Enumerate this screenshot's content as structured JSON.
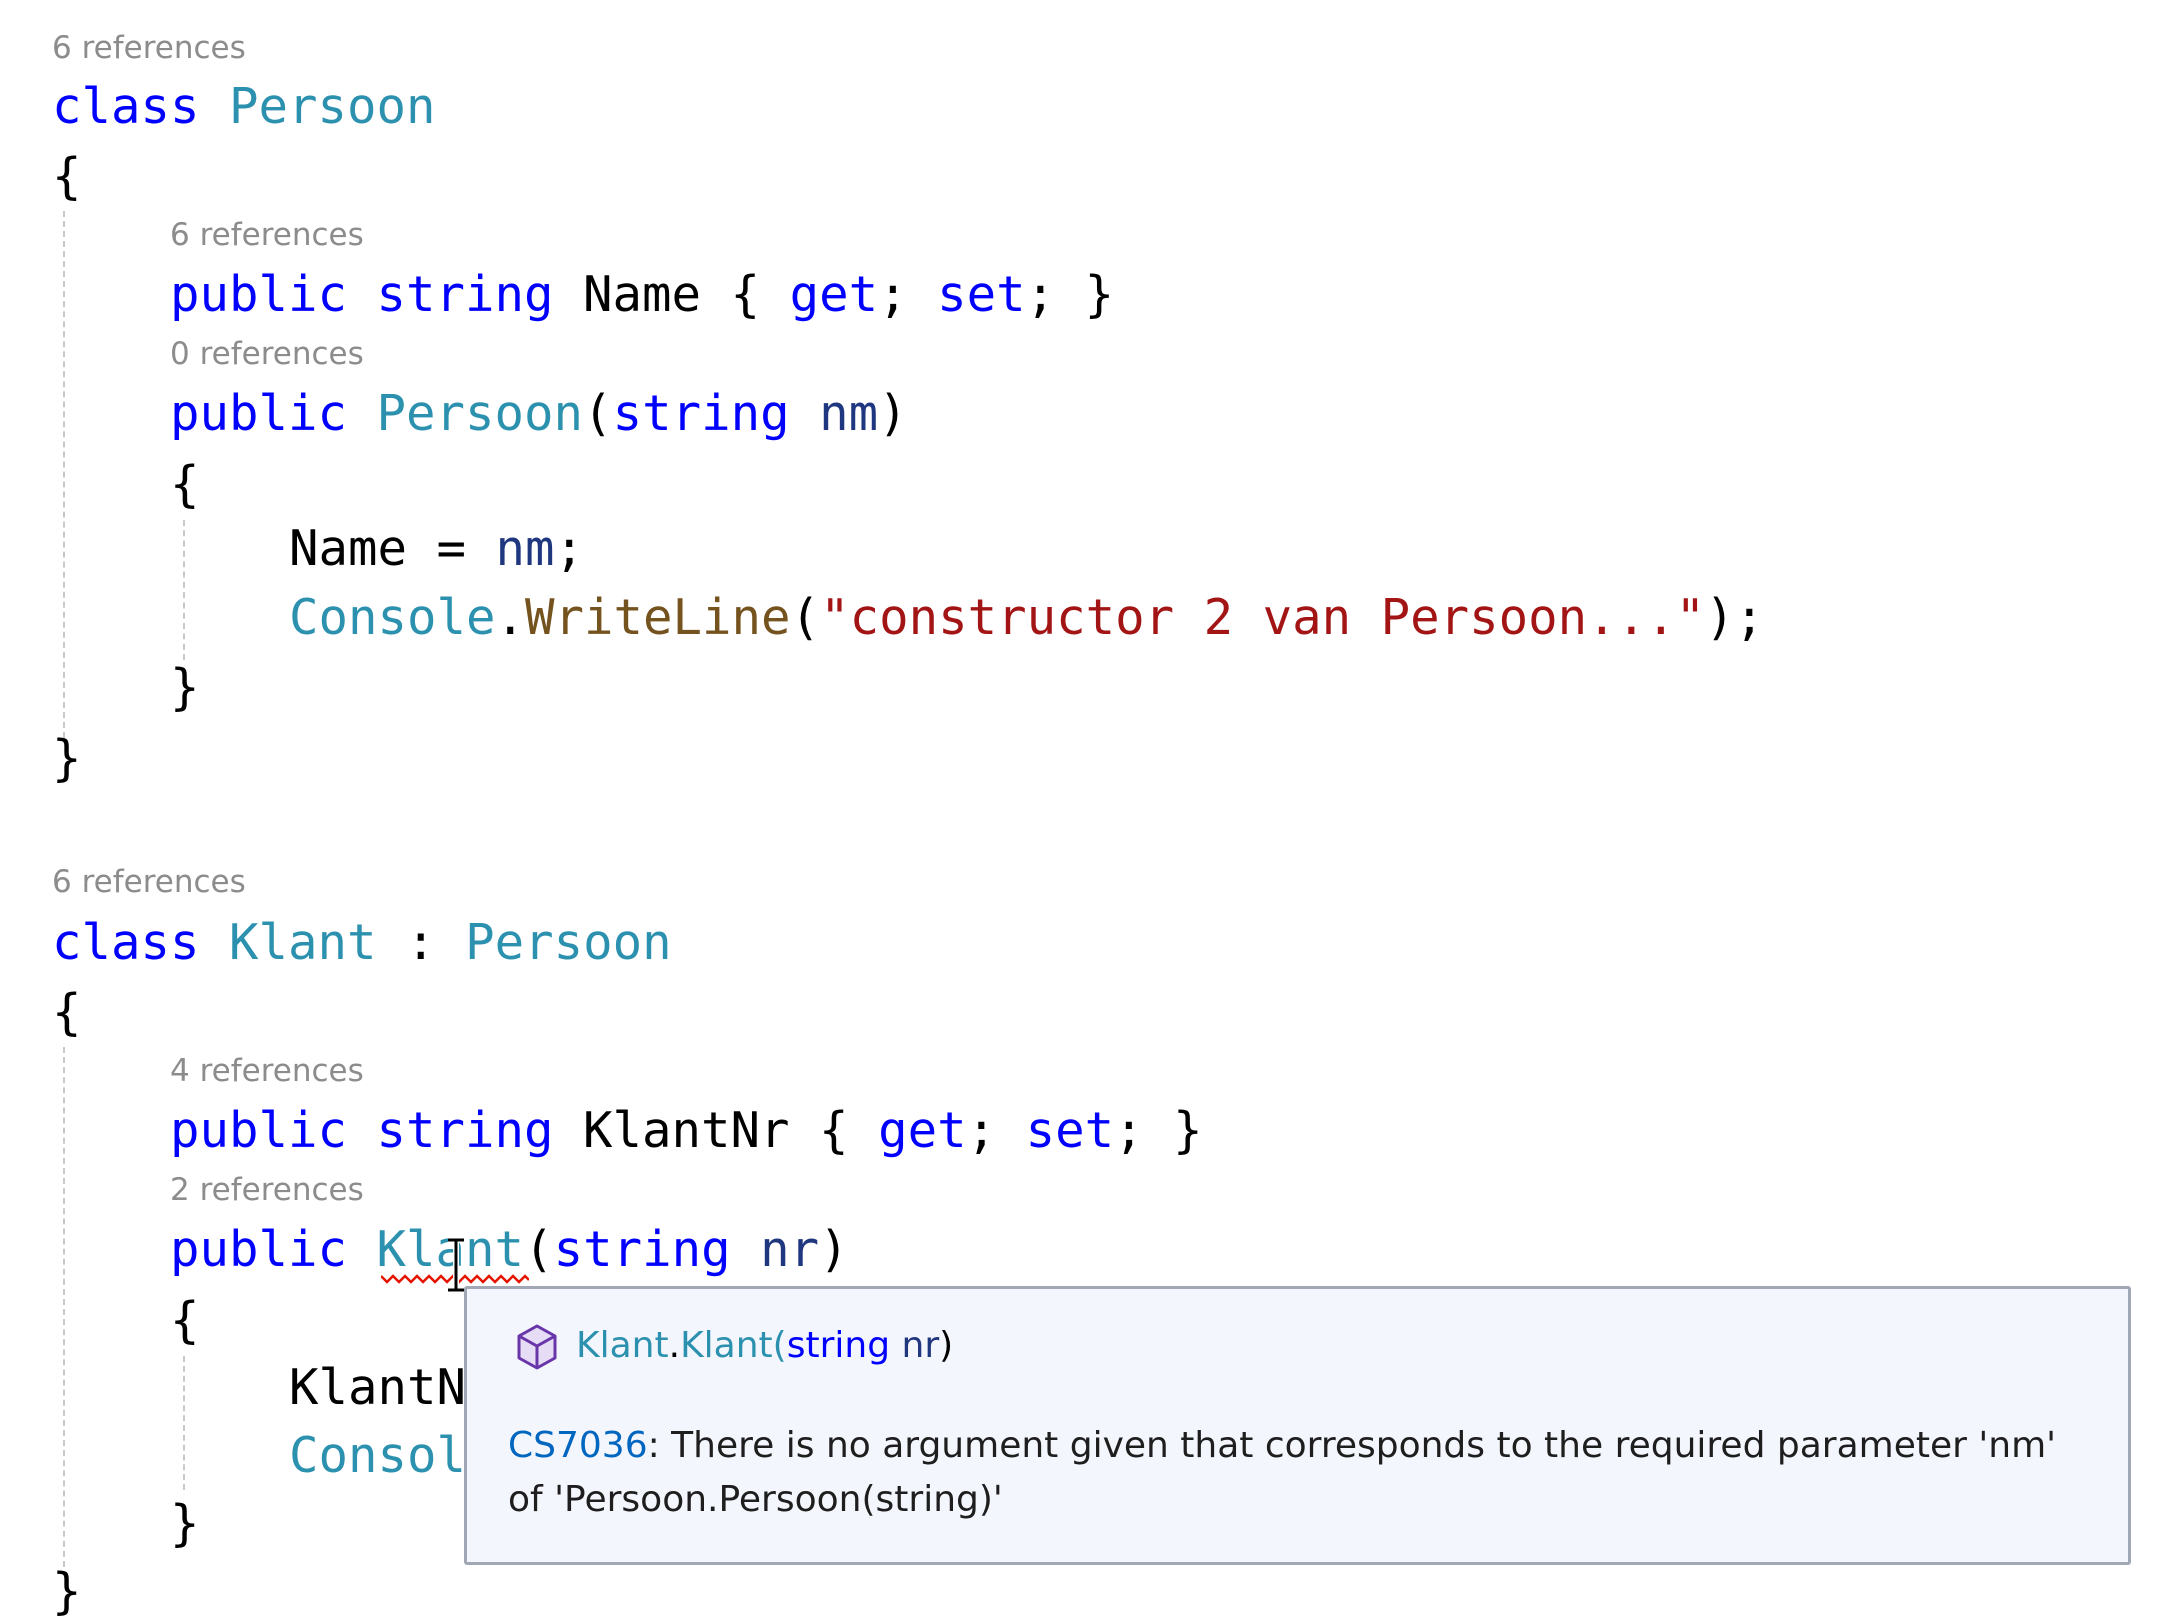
{
  "editor": {
    "lens": [
      {
        "text": "6 references",
        "indent": 0
      },
      {
        "text": "6 references",
        "indent": 1
      },
      {
        "text": "0 references",
        "indent": 1
      },
      {
        "text": "6 references",
        "indent": 0
      },
      {
        "text": "4 references",
        "indent": 1
      },
      {
        "text": "2 references",
        "indent": 1
      }
    ],
    "lines": [
      {
        "indent": 0,
        "tokens": [
          [
            "kw",
            "class"
          ],
          [
            "pl",
            " "
          ],
          [
            "ty",
            "Persoon"
          ]
        ]
      },
      {
        "indent": 0,
        "tokens": [
          [
            "pl",
            "{"
          ]
        ]
      },
      {
        "indent": 1,
        "tokens": [
          [
            "kw",
            "public"
          ],
          [
            "pl",
            " "
          ],
          [
            "kw",
            "string"
          ],
          [
            "pl",
            " Name { "
          ],
          [
            "kw",
            "get"
          ],
          [
            "pl",
            "; "
          ],
          [
            "kw",
            "set"
          ],
          [
            "pl",
            "; }"
          ]
        ]
      },
      {
        "indent": 1,
        "tokens": [
          [
            "kw",
            "public"
          ],
          [
            "pl",
            " "
          ],
          [
            "ty",
            "Persoon"
          ],
          [
            "pl",
            "("
          ],
          [
            "kw",
            "string"
          ],
          [
            "pl",
            " "
          ],
          [
            "pa",
            "nm"
          ],
          [
            "pl",
            ")"
          ]
        ]
      },
      {
        "indent": 1,
        "tokens": [
          [
            "pl",
            "{"
          ]
        ]
      },
      {
        "indent": 2,
        "tokens": [
          [
            "pl",
            "Name = "
          ],
          [
            "pa",
            "nm"
          ],
          [
            "pl",
            ";"
          ]
        ]
      },
      {
        "indent": 2,
        "tokens": [
          [
            "ty",
            "Console"
          ],
          [
            "pl",
            "."
          ],
          [
            "me",
            "WriteLine"
          ],
          [
            "pl",
            "("
          ],
          [
            "st",
            "\"constructor 2 van Persoon...\""
          ],
          [
            "pl",
            ");"
          ]
        ]
      },
      {
        "indent": 1,
        "tokens": [
          [
            "pl",
            "}"
          ]
        ]
      },
      {
        "indent": 0,
        "tokens": [
          [
            "pl",
            "}"
          ]
        ]
      },
      {
        "indent": 0,
        "tokens": [
          [
            "kw",
            "class"
          ],
          [
            "pl",
            " "
          ],
          [
            "ty",
            "Klant"
          ],
          [
            "pl",
            " : "
          ],
          [
            "ty",
            "Persoon"
          ]
        ]
      },
      {
        "indent": 0,
        "tokens": [
          [
            "pl",
            "{"
          ]
        ]
      },
      {
        "indent": 1,
        "tokens": [
          [
            "kw",
            "public"
          ],
          [
            "pl",
            " "
          ],
          [
            "kw",
            "string"
          ],
          [
            "pl",
            " KlantNr { "
          ],
          [
            "kw",
            "get"
          ],
          [
            "pl",
            "; "
          ],
          [
            "kw",
            "set"
          ],
          [
            "pl",
            "; }"
          ]
        ]
      },
      {
        "indent": 1,
        "tokens": [
          [
            "kw",
            "public"
          ],
          [
            "pl",
            " "
          ],
          [
            "ty",
            "Klant"
          ],
          [
            "pl",
            "("
          ],
          [
            "kw",
            "string"
          ],
          [
            "pl",
            " "
          ],
          [
            "pa",
            "nr"
          ],
          [
            "pl",
            ")"
          ]
        ]
      },
      {
        "indent": 1,
        "tokens": [
          [
            "pl",
            "{"
          ]
        ]
      },
      {
        "indent": 2,
        "tokens": [
          [
            "pl",
            "KlantN"
          ]
        ]
      },
      {
        "indent": 2,
        "tokens": [
          [
            "ty",
            "Consol"
          ]
        ]
      },
      {
        "indent": 1,
        "tokens": [
          [
            "pl",
            "}"
          ]
        ]
      },
      {
        "indent": 0,
        "tokens": [
          [
            "pl",
            "}"
          ]
        ]
      }
    ]
  },
  "tooltip": {
    "icon": "method-cube-icon",
    "sig_class": "Klant",
    "sig_dot": ".",
    "sig_method": "Klant",
    "sig_open": "(",
    "sig_type": "string",
    "sig_param": " nr",
    "sig_close": ")",
    "error_code": "CS7036",
    "error_message": ": There is no argument given that corresponds to the required parameter 'nm' of 'Persoon.Persoon(string)'"
  },
  "colors": {
    "keyword": "#0000ff",
    "type": "#2b91af",
    "string": "#a31515",
    "method": "#74531f",
    "param": "#1f377f",
    "error": "#e51400"
  }
}
